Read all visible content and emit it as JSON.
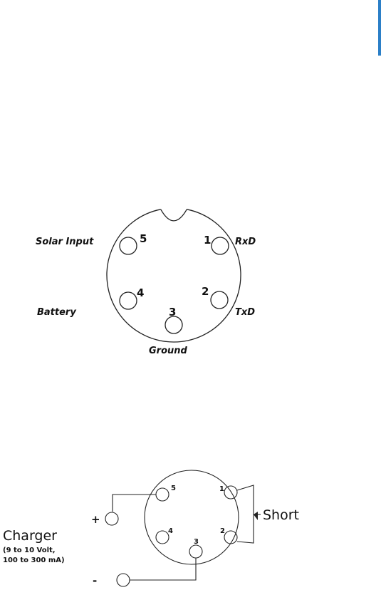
{
  "pinout": {
    "labels": {
      "solar_input": "Solar Input",
      "rxd": "RxD",
      "battery": "Battery",
      "txd": "TxD",
      "ground": "Ground"
    },
    "pins": [
      "1",
      "2",
      "3",
      "4",
      "5"
    ]
  },
  "charger": {
    "title": "Charger",
    "spec_line1": "(9 to 10 Volt,",
    "spec_line2": "100 to 300 mA)",
    "plus": "+",
    "minus": "-",
    "short": "Short",
    "pins": [
      "1",
      "2",
      "3",
      "4",
      "5"
    ]
  },
  "colors": {
    "accent": "#2b7fc7",
    "line": "#222222"
  }
}
